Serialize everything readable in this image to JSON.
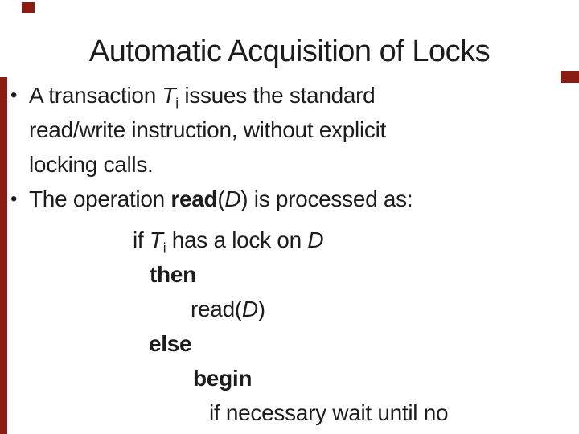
{
  "slide": {
    "title": "Automatic Acquisition of Locks",
    "bullet_char": "•",
    "accent_color": "#8b1c13",
    "text_color": "#1c1c1c",
    "decorations": [
      {
        "name": "top-left-accent-square"
      },
      {
        "name": "right-edge-accent-bar"
      },
      {
        "name": "left-edge-accent-bar"
      }
    ],
    "lines": [
      {
        "bullet": true,
        "indent": 36,
        "segments": [
          {
            "t": "A transaction "
          },
          {
            "t": "T",
            "italic": true
          },
          {
            "t": "i",
            "sub": true
          },
          {
            "t": " issues the standard"
          }
        ]
      },
      {
        "indent": 36,
        "segments": [
          {
            "t": "read/write instruction, without explicit"
          }
        ]
      },
      {
        "indent": 36,
        "segments": [
          {
            "t": "locking calls."
          }
        ]
      },
      {
        "bullet": true,
        "indent": 36,
        "segments": [
          {
            "t": "The operation "
          },
          {
            "t": "read",
            "bold": true
          },
          {
            "t": "("
          },
          {
            "t": "D",
            "italic": true
          },
          {
            "t": ") is processed as:"
          }
        ]
      },
      {
        "indent": 165,
        "extraTop": 8,
        "segments": [
          {
            "t": "if "
          },
          {
            "t": "T",
            "italic": true
          },
          {
            "t": "i",
            "sub": true
          },
          {
            "t": " has a lock on "
          },
          {
            "t": "D",
            "italic": true
          }
        ]
      },
      {
        "indent": 186,
        "segments": [
          {
            "t": "then",
            "bold": true
          }
        ]
      },
      {
        "indent": 237,
        "segments": [
          {
            "t": "read("
          },
          {
            "t": "D",
            "italic": true
          },
          {
            "t": ")"
          }
        ]
      },
      {
        "indent": 185,
        "segments": [
          {
            "t": "else",
            "bold": true
          }
        ]
      },
      {
        "indent": 240,
        "segments": [
          {
            "t": "begin",
            "bold": true
          }
        ]
      },
      {
        "indent": 260,
        "segments": [
          {
            "t": "if necessary wait until no"
          }
        ]
      }
    ]
  }
}
